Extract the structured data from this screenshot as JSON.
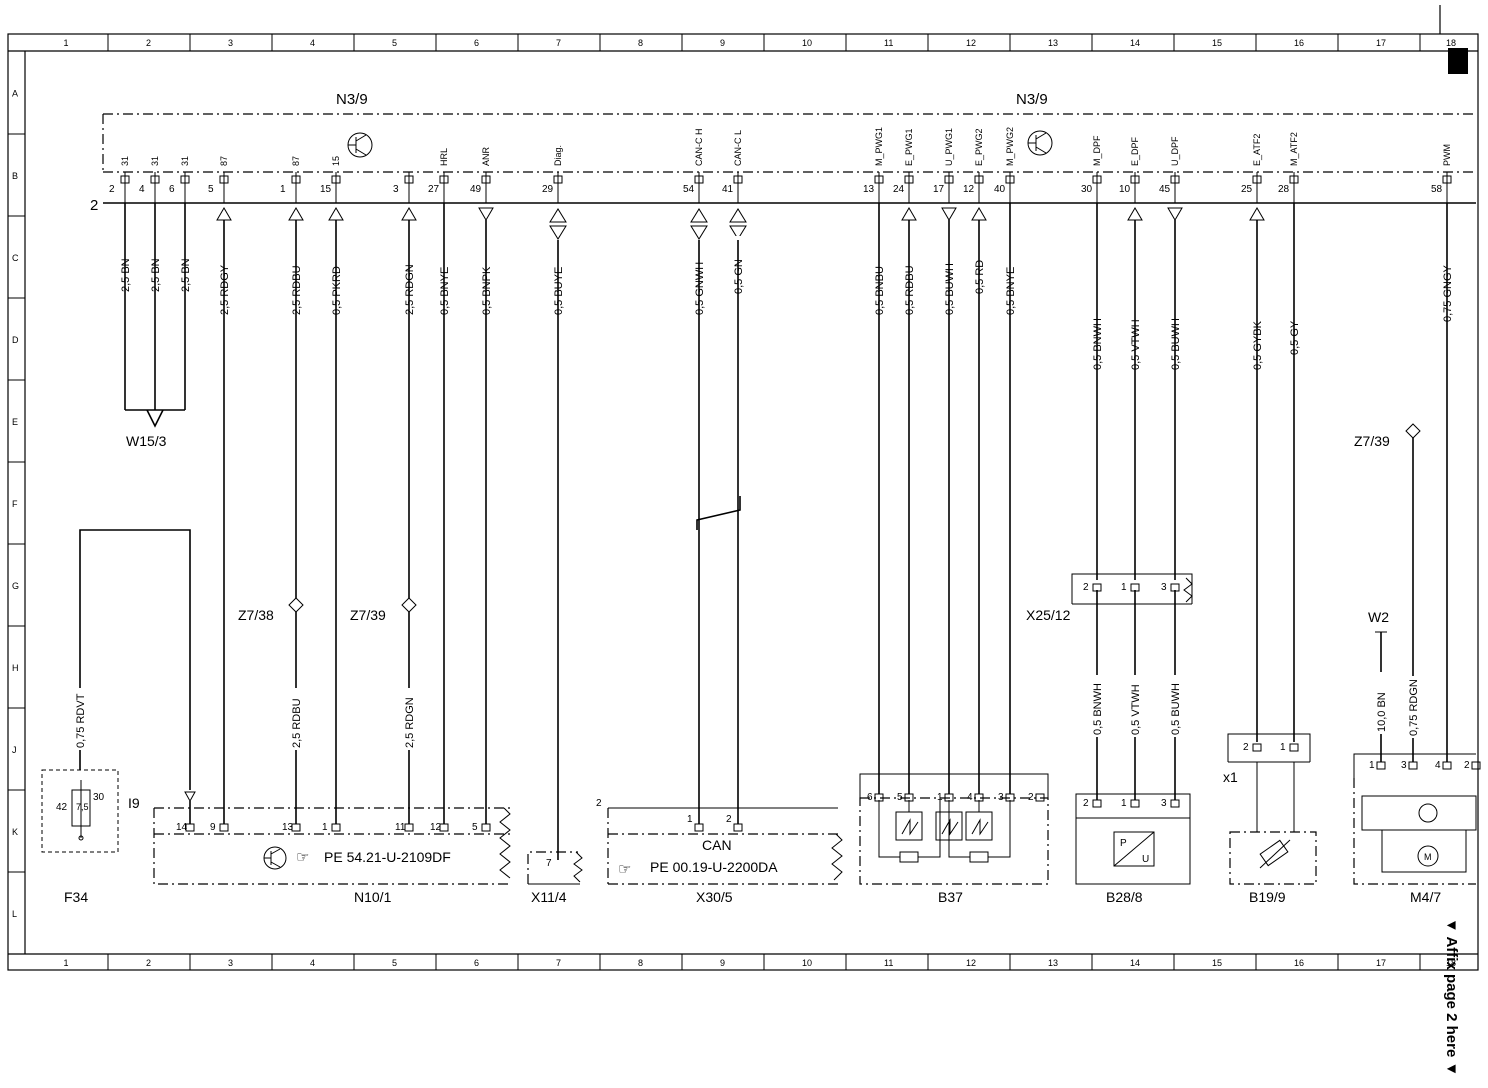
{
  "title_sheet_note": "▼ Affix page 2 here ▼",
  "grid": {
    "columns": [
      "1",
      "2",
      "3",
      "4",
      "5",
      "6",
      "7",
      "8",
      "9",
      "10",
      "11",
      "12",
      "13",
      "14",
      "15",
      "16",
      "17",
      "18"
    ],
    "rows": [
      "A",
      "B",
      "C",
      "D",
      "E",
      "F",
      "G",
      "H",
      "J",
      "K",
      "L"
    ]
  },
  "header_labels": {
    "left": "N3/9",
    "right": "N3/9",
    "connector_2": "2"
  },
  "connector_pins": [
    {
      "pin": "2",
      "signal": "31"
    },
    {
      "pin": "4",
      "signal": "31"
    },
    {
      "pin": "6",
      "signal": "31"
    },
    {
      "pin": "5",
      "signal": "87"
    },
    {
      "pin": "1",
      "signal": "87"
    },
    {
      "pin": "15",
      "signal": "15"
    },
    {
      "pin": "3",
      "signal": ""
    },
    {
      "pin": "27",
      "signal": "HRL"
    },
    {
      "pin": "49",
      "signal": "ANR"
    },
    {
      "pin": "29",
      "signal": "Diag."
    },
    {
      "pin": "54",
      "signal": "CAN-C H"
    },
    {
      "pin": "41",
      "signal": "CAN-C L"
    },
    {
      "pin": "13",
      "signal": "M_PWG1"
    },
    {
      "pin": "24",
      "signal": "E_PWG1"
    },
    {
      "pin": "17",
      "signal": "U_PWG1"
    },
    {
      "pin": "12",
      "signal": "E_PWG2"
    },
    {
      "pin": "40",
      "signal": "M_PWG2"
    },
    {
      "pin": "30",
      "signal": "M_DPF"
    },
    {
      "pin": "10",
      "signal": "E_DPF"
    },
    {
      "pin": "45",
      "signal": "U_DPF"
    },
    {
      "pin": "25",
      "signal": "E_ATF2"
    },
    {
      "pin": "28",
      "signal": "M_ATF2"
    },
    {
      "pin": "58",
      "signal": "PWM"
    }
  ],
  "wires_top": [
    "2,5 BN",
    "2,5 BN",
    "2,5 BN",
    "2,5 RDGY",
    "2,5 RDBU",
    "0,5 PKRD",
    "2,5 RDGN",
    "0,5 BNYE",
    "0,5 BNPK",
    "0,5 BUYE",
    "0,5 GNWH",
    "0,5 GN",
    "0,5 BNBU",
    "0,5 RDBU",
    "0,5 BUWH",
    "0,5 RD",
    "0,5 BNYE",
    "0,5 BNWH",
    "0,5 VTWH",
    "0,5 BUWH",
    "0,5 GYBK",
    "0,5 GY",
    "0,75 GNGY"
  ],
  "wires_lower": {
    "f34": "0,75 RDVT",
    "rdbu": "2,5 RDBU",
    "rdgn": "2,5 RDGN",
    "x25_1": "0,5 BNWH",
    "x25_2": "0,5 VTWH",
    "x25_3": "0,5 BUWH",
    "m47_1": "10,0 BN",
    "m47_2": "0,75 RDGN"
  },
  "splices": {
    "w15_3": "W15/3",
    "z7_38": "Z7/38",
    "z7_39a": "Z7/39",
    "z7_39b": "Z7/39",
    "w2": "W2"
  },
  "components": {
    "f34": {
      "label": "F34",
      "pins": [
        "42",
        "7,5",
        "30"
      ],
      "ref": "I9"
    },
    "n10_1": {
      "label": "N10/1",
      "ref": "PE 54.21-U-2109DF",
      "pins": [
        "14",
        "9",
        "13",
        "1",
        "11",
        "12",
        "5"
      ]
    },
    "x11_4": {
      "label": "X11/4",
      "pin": "7"
    },
    "x30_5": {
      "label": "X30/5",
      "name": "CAN",
      "ref": "PE 00.19-U-2200DA",
      "pins": [
        "1",
        "2"
      ],
      "conn": "2"
    },
    "b37": {
      "label": "B37",
      "pins": [
        "6",
        "5",
        "1",
        "4",
        "3",
        "2"
      ]
    },
    "x25_12": {
      "label": "X25/12",
      "pins": [
        "2",
        "1",
        "3"
      ]
    },
    "b28_8": {
      "label": "B28/8",
      "pins": [
        "2",
        "1",
        "3"
      ],
      "sym_p": "P",
      "sym_u": "U"
    },
    "b19_9": {
      "label": "B19/9",
      "conn": "x1",
      "pins": [
        "2",
        "1"
      ]
    },
    "m4_7": {
      "label": "M4/7",
      "pins": [
        "1",
        "3",
        "4",
        "2"
      ]
    }
  }
}
